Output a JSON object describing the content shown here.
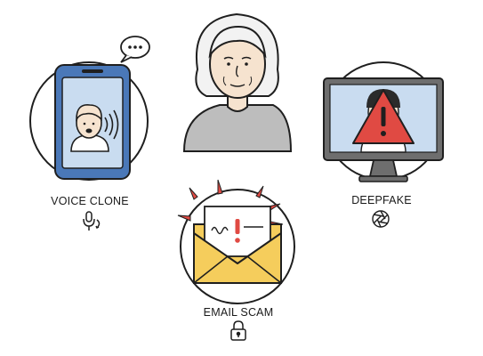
{
  "threats": [
    {
      "label": "VOICE CLONE",
      "icon": "microphone-icon"
    },
    {
      "label": "DEEPFAKE",
      "icon": "camera-aperture-icon"
    },
    {
      "label": "EMAIL SCAM",
      "icon": "padlock-icon"
    }
  ],
  "colors": {
    "outline": "#1f1f1f",
    "phone_blue": "#4a78b8",
    "screen_blue": "#c9dcf0",
    "alert_red": "#e04a43",
    "envelope_yellow": "#f5cd5c",
    "sweater_gray": "#bdbdbd",
    "skin": "#f6e3cf",
    "hair": "#f2f2f2",
    "monitor_gray": "#6e6e6e"
  }
}
